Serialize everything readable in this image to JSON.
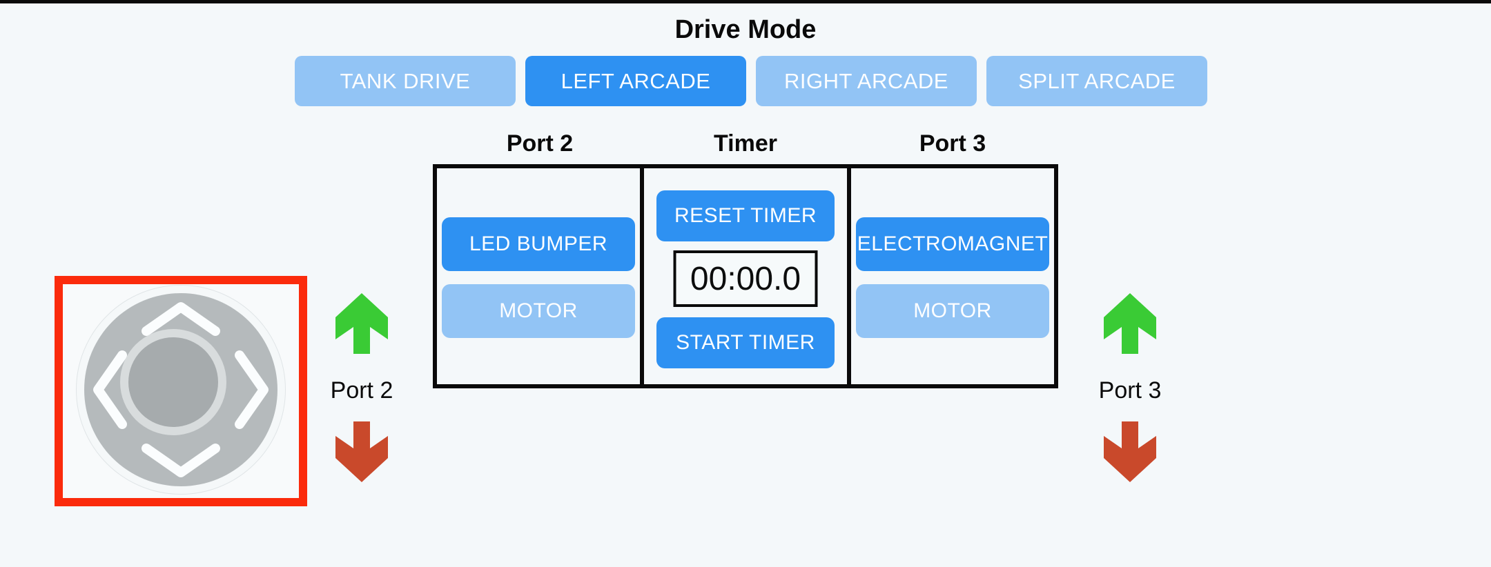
{
  "page": {
    "title": "Drive Mode"
  },
  "colors": {
    "background": "#f4f8fa",
    "active_button_blue": "#2e91f2",
    "inactive_button_blue": "#92c4f5",
    "outline_black": "#0a0a0a",
    "joystick_selection_red": "#fb2b0c",
    "up_arrow_green": "#3acb35",
    "down_arrow_red": "#c9492b",
    "joystick_gray": "#b5babc"
  },
  "drive_mode": {
    "heading": "Drive Mode",
    "buttons": [
      {
        "label": "TANK DRIVE",
        "state": "inactive"
      },
      {
        "label": "LEFT ARCADE",
        "state": "active"
      },
      {
        "label": "RIGHT ARCADE",
        "state": "inactive"
      },
      {
        "label": "SPLIT ARCADE",
        "state": "inactive"
      }
    ]
  },
  "control_panel": {
    "port2": {
      "header": "Port 2",
      "buttons": [
        {
          "label": "LED BUMPER",
          "state": "active"
        },
        {
          "label": "MOTOR",
          "state": "inactive"
        }
      ]
    },
    "timer": {
      "header": "Timer",
      "reset_button": "RESET TIMER",
      "display_value": "00:00.0",
      "start_button": "START TIMER"
    },
    "port3": {
      "header": "Port 3",
      "buttons": [
        {
          "label": "ELECTROMAGNET",
          "state": "active"
        },
        {
          "label": "MOTOR",
          "state": "inactive"
        }
      ]
    }
  },
  "joystick": {
    "selected": true,
    "icons": [
      "chevron-up",
      "chevron-right",
      "chevron-down",
      "chevron-left"
    ]
  },
  "port_arrows": {
    "left": {
      "label": "Port 2",
      "up_icon": "green-up-arrow",
      "down_icon": "red-down-arrow"
    },
    "right": {
      "label": "Port 3",
      "up_icon": "green-up-arrow",
      "down_icon": "red-down-arrow"
    }
  }
}
